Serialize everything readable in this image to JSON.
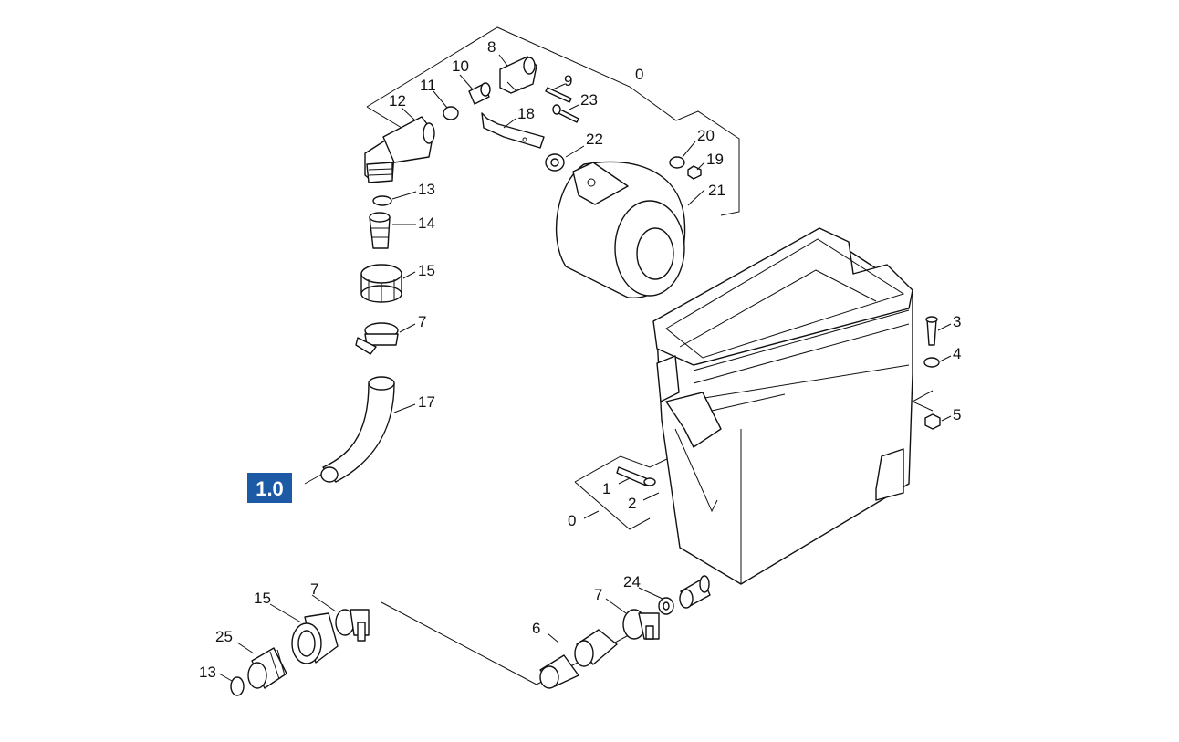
{
  "diagram": {
    "badge": "1.0",
    "labels": {
      "l0_top": "0",
      "l8": "8",
      "l10": "10",
      "l9": "9",
      "l11": "11",
      "l12": "12",
      "l23": "23",
      "l18": "18",
      "l22": "22",
      "l20": "20",
      "l19": "19",
      "l21": "21",
      "l13_top": "13",
      "l14": "14",
      "l15_top": "15",
      "l7_top": "7",
      "l17": "17",
      "l3": "3",
      "l4": "4",
      "l5": "5",
      "l1": "1",
      "l2": "2",
      "l0_mid": "0",
      "l7_bl": "7",
      "l15_bl": "15",
      "l25": "25",
      "l13_bl": "13",
      "l24": "24",
      "l7_br": "7",
      "l6": "6"
    }
  }
}
